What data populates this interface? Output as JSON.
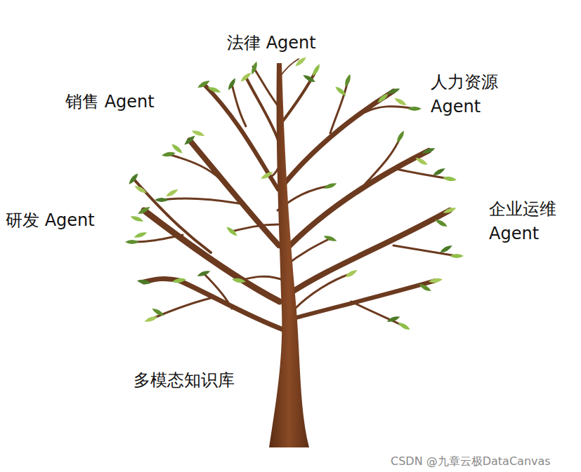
{
  "diagram": {
    "labels": [
      "法律 Agent",
      "销售 Agent",
      "人力资源 Agent",
      "研发 Agent",
      "企业运维 Agent",
      "多模态知识库",
      "CSDN @九章云极DataCanvas"
    ]
  }
}
